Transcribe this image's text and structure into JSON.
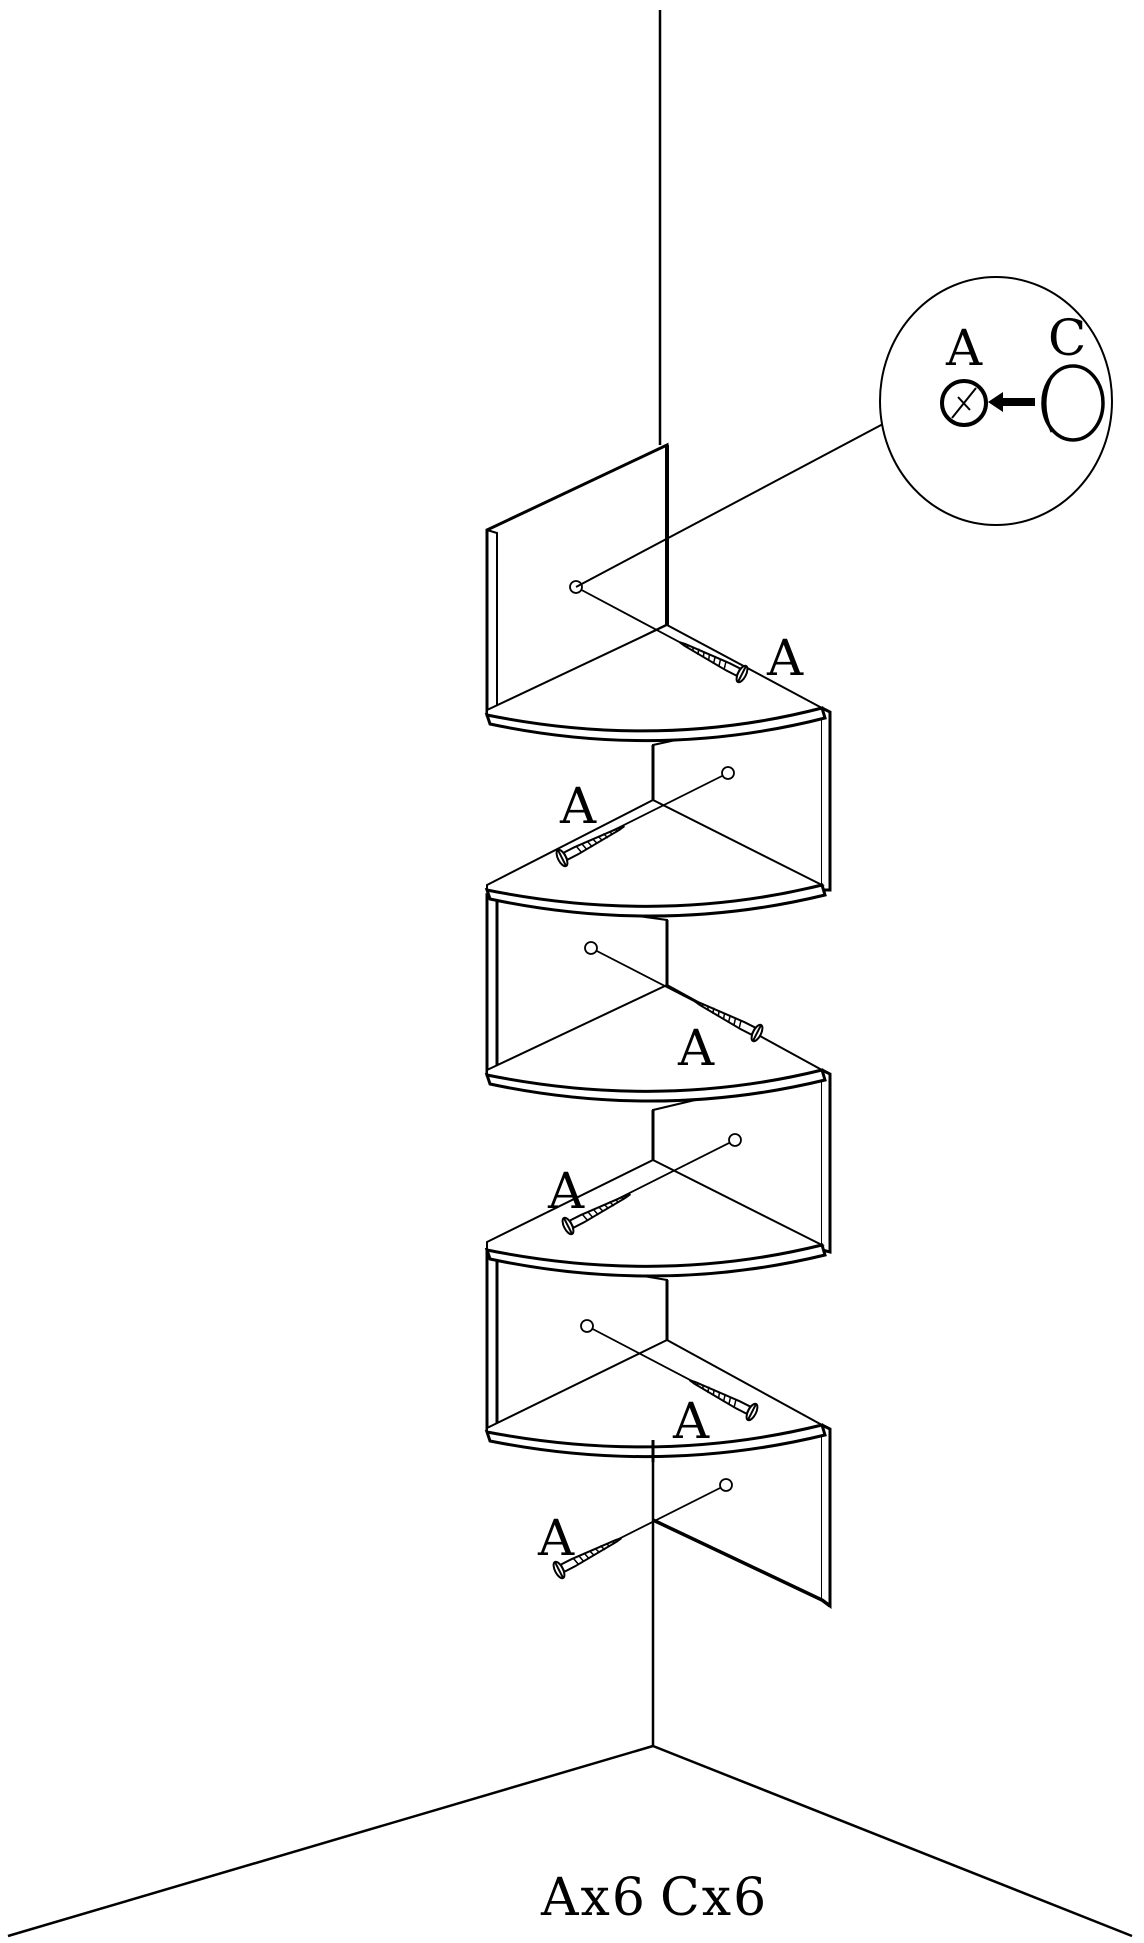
{
  "diagram": {
    "detail": {
      "label_a": "A",
      "label_c": "C"
    },
    "screw_labels": [
      "A",
      "A",
      "A",
      "A",
      "A",
      "A"
    ],
    "caption": {
      "part_a": "Ax6",
      "part_c": "Cx6"
    },
    "colors": {
      "line": "#000000",
      "background": "#ffffff"
    }
  }
}
